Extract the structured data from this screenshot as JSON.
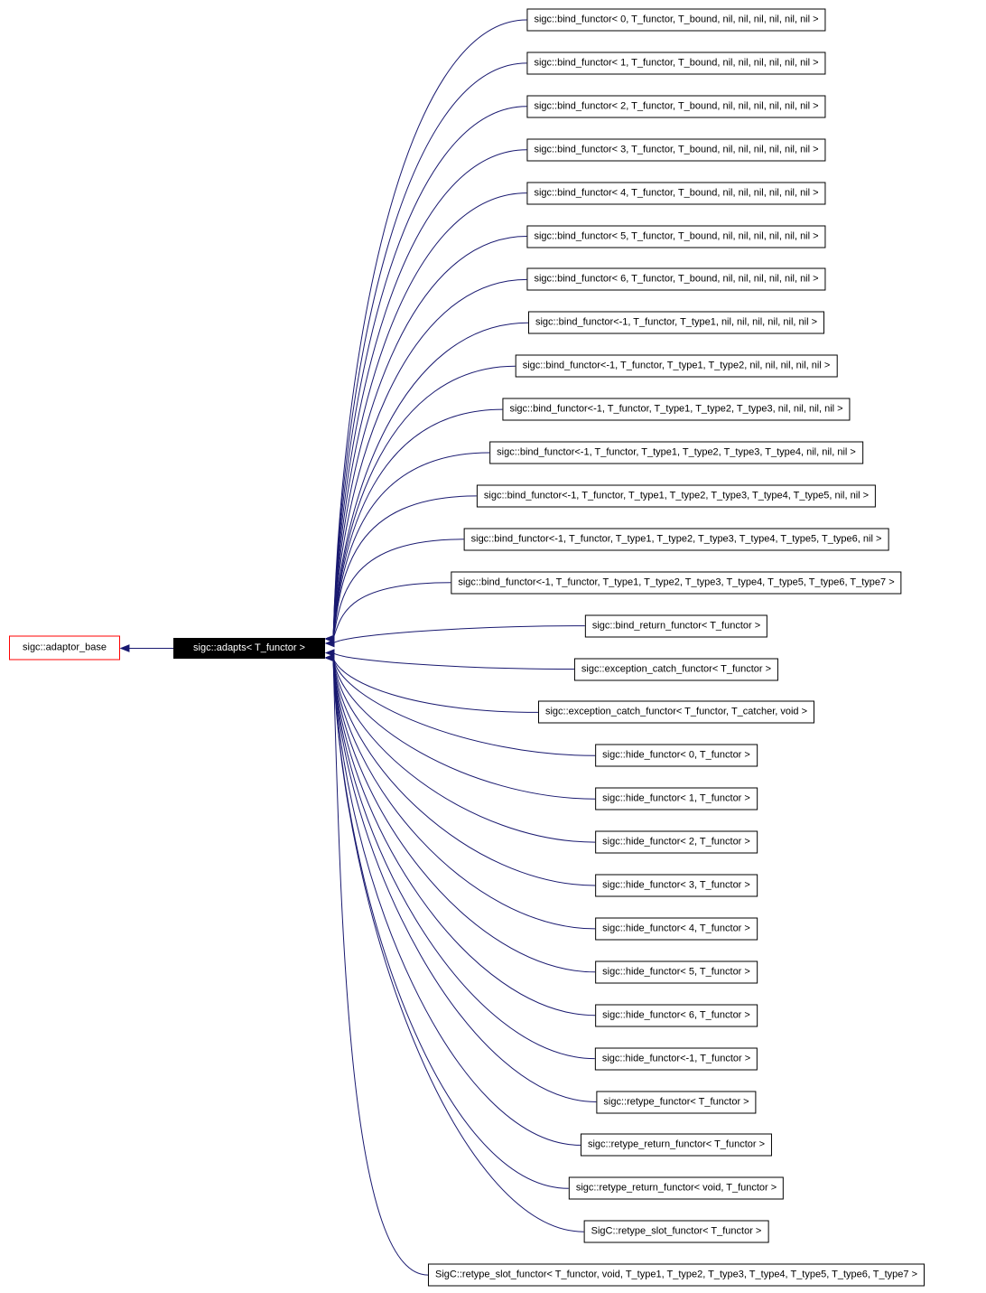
{
  "diagram": {
    "base": {
      "label": "sigc::adaptor_base"
    },
    "hub": {
      "label": "sigc::adapts< T_functor >"
    },
    "derived": [
      {
        "label": "sigc::bind_functor< 0, T_functor, T_bound, nil, nil, nil, nil, nil, nil >"
      },
      {
        "label": "sigc::bind_functor< 1, T_functor, T_bound, nil, nil, nil, nil, nil, nil >"
      },
      {
        "label": "sigc::bind_functor< 2, T_functor, T_bound, nil, nil, nil, nil, nil, nil >"
      },
      {
        "label": "sigc::bind_functor< 3, T_functor, T_bound, nil, nil, nil, nil, nil, nil >"
      },
      {
        "label": "sigc::bind_functor< 4, T_functor, T_bound, nil, nil, nil, nil, nil, nil >"
      },
      {
        "label": "sigc::bind_functor< 5, T_functor, T_bound, nil, nil, nil, nil, nil, nil >"
      },
      {
        "label": "sigc::bind_functor< 6, T_functor, T_bound, nil, nil, nil, nil, nil, nil >"
      },
      {
        "label": "sigc::bind_functor<-1, T_functor, T_type1, nil, nil, nil, nil, nil, nil >"
      },
      {
        "label": "sigc::bind_functor<-1, T_functor, T_type1, T_type2, nil, nil, nil, nil, nil >"
      },
      {
        "label": "sigc::bind_functor<-1, T_functor, T_type1, T_type2, T_type3, nil, nil, nil, nil >"
      },
      {
        "label": "sigc::bind_functor<-1, T_functor, T_type1, T_type2, T_type3, T_type4, nil, nil, nil >"
      },
      {
        "label": "sigc::bind_functor<-1, T_functor, T_type1, T_type2, T_type3, T_type4, T_type5, nil, nil >"
      },
      {
        "label": "sigc::bind_functor<-1, T_functor, T_type1, T_type2, T_type3, T_type4, T_type5, T_type6, nil >"
      },
      {
        "label": "sigc::bind_functor<-1, T_functor, T_type1, T_type2, T_type3, T_type4, T_type5, T_type6, T_type7 >"
      },
      {
        "label": "sigc::bind_return_functor< T_functor >"
      },
      {
        "label": "sigc::exception_catch_functor< T_functor >"
      },
      {
        "label": "sigc::exception_catch_functor< T_functor, T_catcher, void >"
      },
      {
        "label": "sigc::hide_functor< 0, T_functor >"
      },
      {
        "label": "sigc::hide_functor< 1, T_functor >"
      },
      {
        "label": "sigc::hide_functor< 2, T_functor >"
      },
      {
        "label": "sigc::hide_functor< 3, T_functor >"
      },
      {
        "label": "sigc::hide_functor< 4, T_functor >"
      },
      {
        "label": "sigc::hide_functor< 5, T_functor >"
      },
      {
        "label": "sigc::hide_functor< 6, T_functor >"
      },
      {
        "label": "sigc::hide_functor<-1, T_functor >"
      },
      {
        "label": "sigc::retype_functor< T_functor >"
      },
      {
        "label": "sigc::retype_return_functor< T_functor >"
      },
      {
        "label": "sigc::retype_return_functor< void, T_functor >"
      },
      {
        "label": "SigC::retype_slot_functor< T_functor >"
      },
      {
        "label": "SigC::retype_slot_functor< T_functor, void, T_type1, T_type2, T_type3, T_type4, T_type5, T_type6, T_type7 >"
      }
    ],
    "colors": {
      "edge": "#191970",
      "node_border": "#000000",
      "node_bg": "#ffffff",
      "base_border": "#ff0000",
      "hub_bg": "#000000",
      "hub_text": "#ffffff",
      "background": "#ffffff"
    }
  }
}
